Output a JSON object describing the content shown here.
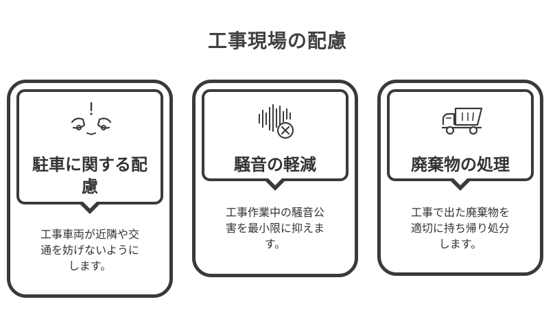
{
  "title": "工事現場の配慮",
  "cards": [
    {
      "label": "駐車に関する配慮",
      "label_line1": "駐車に関する配",
      "label_line2": "慮",
      "icon": "cars-alert-icon",
      "description": "工事車両が近隣や交通を妨げないようにします。",
      "desc_line1": "工事車両が近隣や交",
      "desc_line2": "通を妨げないように",
      "desc_line3": "します。"
    },
    {
      "label": "騒音の軽減",
      "icon": "noise-mute-icon",
      "description": "工事作業中の騒音公害を最小限に抑えます。",
      "desc_line1": "工事作業中の騒音公",
      "desc_line2": "害を最小限に抑えま",
      "desc_line3": "す。"
    },
    {
      "label": "廃棄物の処理",
      "icon": "dump-truck-icon",
      "description": "工事で出た廃棄物を適切に持ち帰り処分します。",
      "desc_line1": "工事で出た廃棄物を",
      "desc_line2": "適切に持ち帰り処分",
      "desc_line3": "します。"
    }
  ]
}
